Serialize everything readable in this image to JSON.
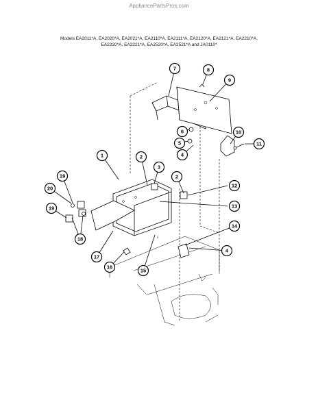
{
  "header": {
    "watermark": "AppliancePartsPros.com",
    "models_line1": "Models EA2011*A, EA2020*A, EA2021*A, EA2110*A, EA2111*A, EA2120*A, EA2121*A, EA2210*A,",
    "models_line2": "EA2220*A, EA2221*A, EA2520*A, EA2521*A and JA0110*"
  },
  "callouts": [
    "1",
    "2",
    "2",
    "3",
    "4",
    "4",
    "5",
    "6",
    "7",
    "8",
    "9",
    "10",
    "11",
    "12",
    "13",
    "14",
    "15",
    "16",
    "17",
    "18",
    "19",
    "19",
    "20"
  ]
}
